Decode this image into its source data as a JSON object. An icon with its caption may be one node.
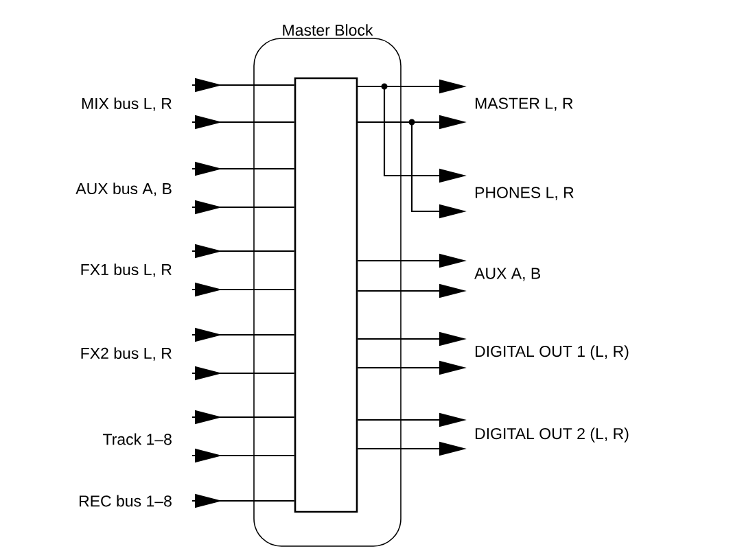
{
  "diagram": {
    "nodes": [
      {
        "text": [
          "Master Block"
        ]
      },
      {
        "text": [],
        "shape": "box",
        "in": 0
      },
      {
        "text": [
          "MIX bus L, R"
        ]
      },
      {
        "text": [
          "AUX bus A, B"
        ]
      },
      {
        "text": [
          "FX1 bus L, R"
        ]
      },
      {
        "text": [
          "FX2 bus L, R"
        ]
      },
      {
        "text": [
          "Track 1–8"
        ]
      },
      {
        "text": [
          "REC bus 1–8"
        ]
      },
      {
        "text": [
          "MASTER L, R"
        ]
      },
      {
        "text": [
          "PHONES L, R"
        ]
      },
      {
        "text": [
          "AUX A, B"
        ]
      },
      {
        "text": [
          "DIGITAL OUT 1 (L, R)"
        ]
      },
      {
        "text": [
          "DIGITAL OUT 2 (L, R)"
        ]
      }
    ],
    "edges": [
      {
        "from": 2,
        "to": 1,
        "arrow": "to"
      },
      {
        "from": 2,
        "to": 1,
        "arrow": "to"
      },
      {
        "from": 3,
        "to": 1,
        "arrow": "to"
      },
      {
        "from": 3,
        "to": 1,
        "arrow": "to"
      },
      {
        "from": 4,
        "to": 1,
        "arrow": "to"
      },
      {
        "from": 4,
        "to": 1,
        "arrow": "to"
      },
      {
        "from": 5,
        "to": 1,
        "arrow": "to"
      },
      {
        "from": 5,
        "to": 1,
        "arrow": "to"
      },
      {
        "from": 6,
        "to": 1,
        "arrow": "to"
      },
      {
        "from": 6,
        "to": 1,
        "arrow": "to"
      },
      {
        "from": 7,
        "to": 1,
        "arrow": "to"
      },
      {
        "from": 1,
        "to": 8,
        "arrow": "to"
      },
      {
        "from": 1,
        "to": 8,
        "arrow": "to"
      },
      {
        "from": 1,
        "to": 9,
        "arrow": "to"
      },
      {
        "from": 1,
        "to": 9,
        "arrow": "to"
      },
      {
        "from": 1,
        "to": 10,
        "arrow": "to"
      },
      {
        "from": 1,
        "to": 10,
        "arrow": "to"
      },
      {
        "from": 1,
        "to": 11,
        "arrow": "to"
      },
      {
        "from": 1,
        "to": 11,
        "arrow": "to"
      },
      {
        "from": 1,
        "to": 12,
        "arrow": "to"
      },
      {
        "from": 1,
        "to": 12,
        "arrow": "to"
      }
    ]
  }
}
